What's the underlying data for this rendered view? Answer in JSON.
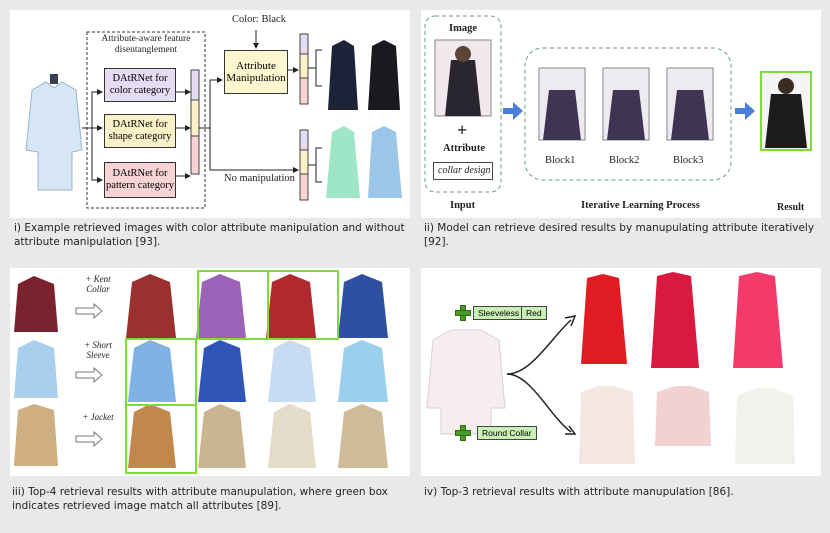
{
  "panel1": {
    "color_label": "Color: Black",
    "disentangle_title": "Attribute-aware feature disentanglement",
    "net_color": "DAtRNet for color category",
    "net_shape": "DAtRNet for shape category",
    "net_pattern": "DAtRNet for pattern category",
    "manipulation": "Attribute Manipulation",
    "no_manipulation": "No manipulation",
    "caption": "i) Example retrieved images with color attribute manipulation and without attribute manipulation [93].",
    "colors": {
      "color_net": "#e4dcf2",
      "shape_net": "#fbf1c8",
      "pattern_net": "#f7d3d6",
      "manip": "#fdf6cf"
    }
  },
  "panel2": {
    "image_label": "Image",
    "attribute_label": "Attribute",
    "attribute_value": "collar design",
    "input_label": "Input",
    "blocks": [
      "Block1",
      "Block2",
      "Block3"
    ],
    "process_label": "Iterative Learning Process",
    "result_label": "Result",
    "caption": "ii) Model can retrieve desired results by manupulating attribute iteratively [92].",
    "colors": {
      "arrow": "#4a7fd9",
      "frame": "#6aa07a",
      "result_border": "#7ddc3a"
    }
  },
  "panel3": {
    "rows": [
      {
        "attribute": "+ Kent Collar"
      },
      {
        "attribute": "+ Short Sleeve"
      },
      {
        "attribute": "+ Jacket"
      }
    ],
    "caption": "iii) Top-4 retrieval results with attribute manupulation, where green box indicates retrieved image match all attributes [89].",
    "colors": {
      "match_box": "#7ddc3a"
    }
  },
  "panel4": {
    "tag_sleeveless": "Sleeveless",
    "tag_red": "Red",
    "tag_round_collar": "Round Collar",
    "caption": "iv) Top-3 retrieval results with attribute manupulation [86]."
  }
}
